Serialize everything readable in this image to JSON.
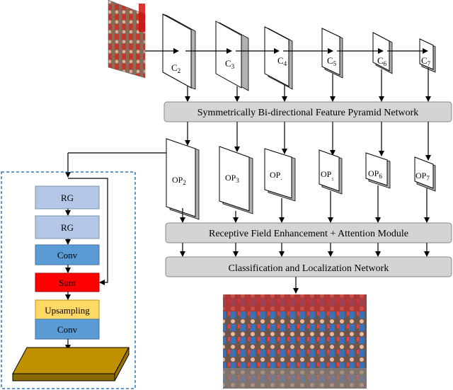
{
  "backbone": {
    "labels": [
      {
        "base": "C",
        "sub": "2"
      },
      {
        "base": "C",
        "sub": "3"
      },
      {
        "base": "C",
        "sub": "4"
      },
      {
        "base": "C",
        "sub": "5"
      },
      {
        "base": "C",
        "sub": "6"
      },
      {
        "base": "C",
        "sub": "7"
      }
    ]
  },
  "fpn": {
    "label": "Symmetrically Bi-directional Feature Pyramid Network"
  },
  "outputs": {
    "labels": [
      {
        "base": "OP",
        "sub": "2"
      },
      {
        "base": "OP",
        "sub": "3"
      },
      {
        "base": "OP",
        "sub": "."
      },
      {
        "base": "OP",
        "sub": "₅"
      },
      {
        "base": "OP",
        "sub": "6"
      },
      {
        "base": "OP",
        "sub": "7"
      }
    ]
  },
  "rfe": {
    "label": "Receptive Field Enhancement + Attention Module"
  },
  "cls": {
    "label": "Classification and Localization Network"
  },
  "module": {
    "rg1": "RG",
    "rg2": "RG",
    "conv1": "Conv",
    "sum": "Sum",
    "upsampling": "Upsampling",
    "conv2": "Conv"
  },
  "colors": {
    "bar_fill": "#d4d4d4",
    "rg_fill": "#b4c7e7",
    "conv_fill": "#5b9bd5",
    "sum_fill": "#ff0000",
    "upsampling_fill": "#ffd966",
    "plate_fill": "#bf9000",
    "dashed_border": "#2e75b6"
  }
}
